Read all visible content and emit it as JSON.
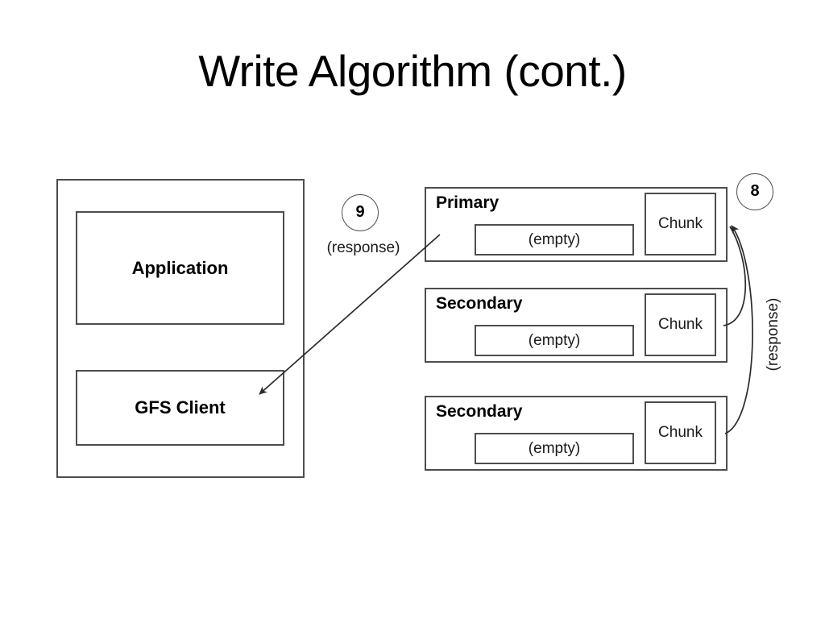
{
  "slide": {
    "title": "Write Algorithm (cont.)",
    "background_color": "#ffffff",
    "line_color": "#4d4d4d"
  },
  "client": {
    "application_label": "Application",
    "gfs_client_label": "GFS Client"
  },
  "servers": [
    {
      "name": "Primary",
      "buffer_label": "(empty)",
      "chunk_label": "Chunk"
    },
    {
      "name": "Secondary",
      "buffer_label": "(empty)",
      "chunk_label": "Chunk"
    },
    {
      "name": "Secondary",
      "buffer_label": "(empty)",
      "chunk_label": "Chunk"
    }
  ],
  "steps": [
    {
      "number": "9",
      "label": "(response)",
      "orientation": "horizontal"
    },
    {
      "number": "8",
      "label": "(response)",
      "orientation": "vertical"
    }
  ]
}
